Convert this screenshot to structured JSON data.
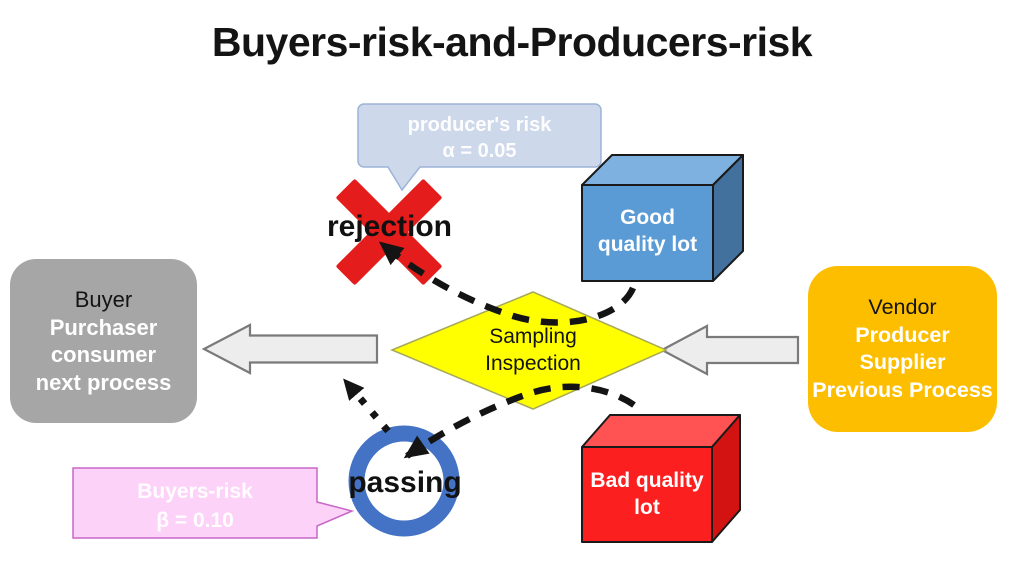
{
  "title": "Buyers-risk-and-Producers-risk",
  "callouts": {
    "producers_risk": {
      "line1": "producer's risk",
      "line2": "α = 0.05"
    },
    "buyers_risk": {
      "line1": "Buyers-risk",
      "line2": "β = 0.10"
    }
  },
  "labels": {
    "rejection": "rejection",
    "passing": "passing"
  },
  "shapes": {
    "good_lot": {
      "line1": "Good",
      "line2": "quality lot"
    },
    "bad_lot": {
      "line1": "Bad quality",
      "line2": "lot"
    },
    "buyer": {
      "line1": "Buyer",
      "line2": "Purchaser",
      "line3": "consumer",
      "line4": "next process"
    },
    "vendor": {
      "line1": "Vendor",
      "line2": "Producer",
      "line3": "Supplier",
      "line4": "Previous Process"
    },
    "inspection": {
      "line1": "Sampling",
      "line2": "Inspection"
    }
  },
  "colors": {
    "producers_callout_blue": "#CDD8EB",
    "buyers_callout_pink": "#FDD2F8",
    "buyer_gray": "#A6A6A6",
    "vendor_orange": "#FDBE00",
    "inspection_yellow": "#FFFF00",
    "good_lot_blue": "#5B9BD5",
    "bad_lot_red": "#FB1F1F",
    "passing_ring_blue": "#4472C4",
    "rejection_x_red": "#E51C1C"
  }
}
